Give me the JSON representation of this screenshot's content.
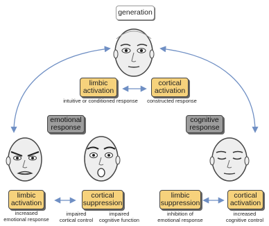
{
  "top": {
    "generation_label": "generation"
  },
  "top_branch": {
    "limbic_label": "limbic\nactivation",
    "cortical_label": "cortical\nactivation",
    "limbic_caption": "intuitive or conditioned response",
    "cortical_caption": "constructed response"
  },
  "left_branch": {
    "response_label": "emotional\nresponse",
    "limbic_label": "limbic\nactivation",
    "cortical_label": "cortical\nsuppression",
    "limbic_caption": "increased\nemotional response",
    "cortical_caption_1": "impaired\ncortical control",
    "cortical_caption_2": "impaired\ncognitive function"
  },
  "right_branch": {
    "response_label": "cognitive\nresponse",
    "limbic_label": "limbic\nsuppression",
    "cortical_label": "cortical\nactivation",
    "limbic_caption": "inhibition of\nemotional response",
    "cortical_caption": "increased\ncognitive control"
  },
  "colors": {
    "yellow_box": "#f6d27c",
    "gray_box": "#9c9c9c",
    "arrow": "#6f8fc4"
  },
  "faces": [
    "neutral-face",
    "angry-face",
    "shocked-face",
    "calm-face"
  ]
}
